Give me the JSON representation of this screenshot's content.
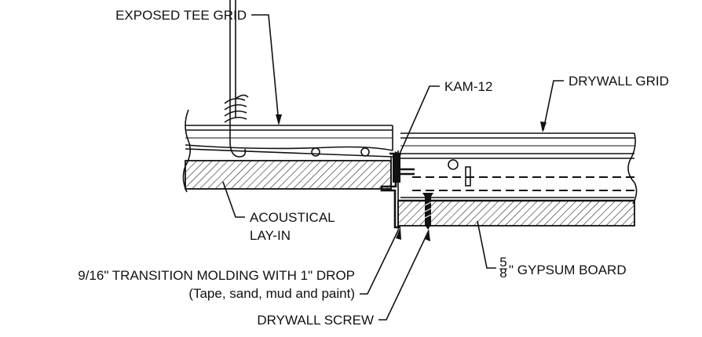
{
  "labels": {
    "exposed_tee_grid": "EXPOSED TEE GRID",
    "kam12": "KAM-12",
    "drywall_grid": "DRYWALL GRID",
    "acoustical_1": "ACOUSTICAL",
    "acoustical_2": "LAY-IN",
    "transition_molding": "9/16\" TRANSITION MOLDING WITH 1\" DROP",
    "tape_note": "(Tape, sand, mud and paint)",
    "gypsum_num": "5",
    "gypsum_den": "8",
    "gypsum_rest": "\" GYPSUM BOARD",
    "drywall_screw": "DRYWALL SCREW"
  },
  "colors": {
    "ink": "#111111",
    "background": "#ffffff"
  }
}
